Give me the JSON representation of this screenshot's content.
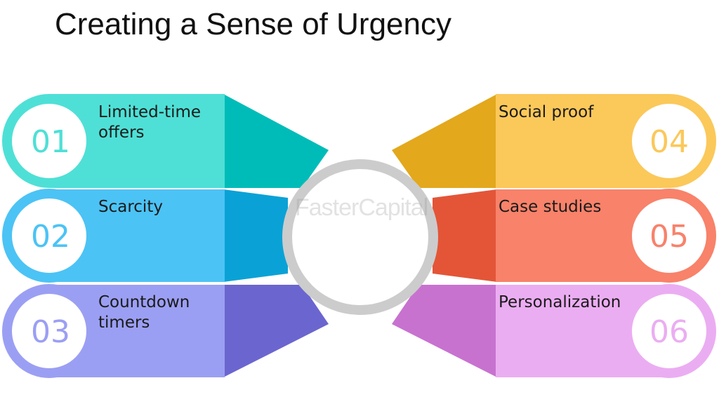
{
  "title": "Creating a Sense of Urgency",
  "watermark": "FasterCapital",
  "items": [
    {
      "num": "01",
      "label": "Limited-time offers",
      "side": "left",
      "main": "#4ee0d6",
      "dark": "#00bcb8",
      "ring": "#4ee0d6"
    },
    {
      "num": "02",
      "label": "Scarcity",
      "side": "left",
      "main": "#4cc3f5",
      "dark": "#0aa2d6",
      "ring": "#4cc3f5"
    },
    {
      "num": "03",
      "label": "Countdown timers",
      "side": "left",
      "main": "#9b9ff3",
      "dark": "#6b66cf",
      "ring": "#9b9ff3"
    },
    {
      "num": "04",
      "label": "Social proof",
      "side": "right",
      "main": "#fbc85a",
      "dark": "#e3a81c",
      "ring": "#fbc85a"
    },
    {
      "num": "05",
      "label": "Case studies",
      "side": "right",
      "main": "#f8826a",
      "dark": "#e45537",
      "ring": "#f8826a"
    },
    {
      "num": "06",
      "label": "Personalization",
      "side": "right",
      "main": "#ebadf2",
      "dark": "#c872d0",
      "ring": "#ebadf2"
    }
  ],
  "center_ring_color": "#cccccc"
}
